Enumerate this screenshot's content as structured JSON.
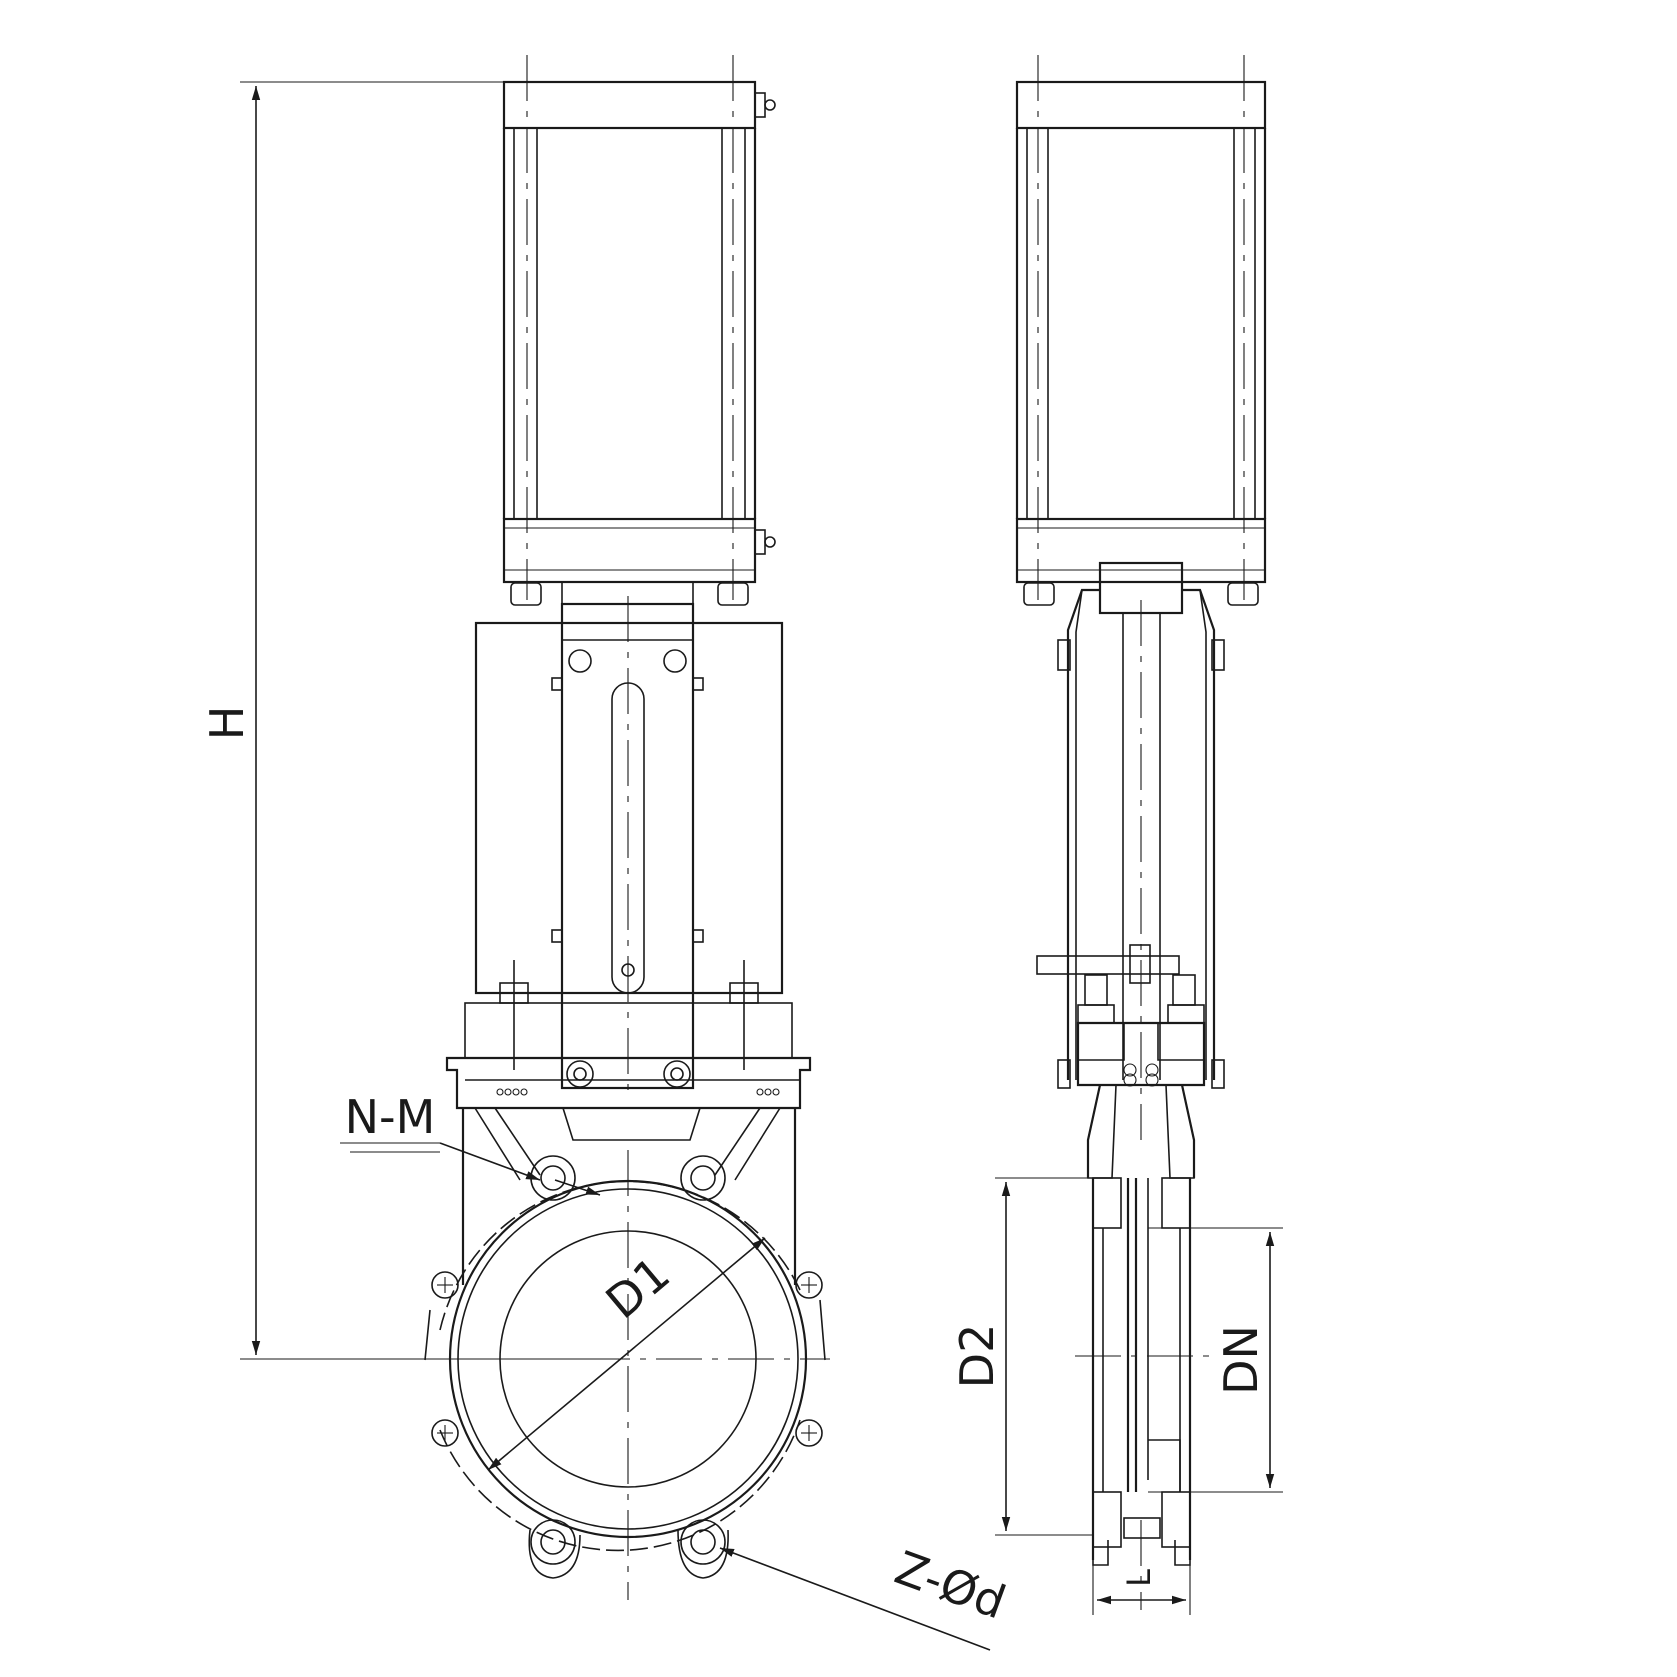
{
  "labels": {
    "height": "H",
    "bolt_spec": "N-M",
    "flange_circle": "D1",
    "holes": "Z-Ød",
    "outer_diameter": "D2",
    "nominal_diameter": "DN",
    "face_length": "L"
  },
  "colors": {
    "line": "#1a1a1a",
    "background": "#ffffff"
  }
}
